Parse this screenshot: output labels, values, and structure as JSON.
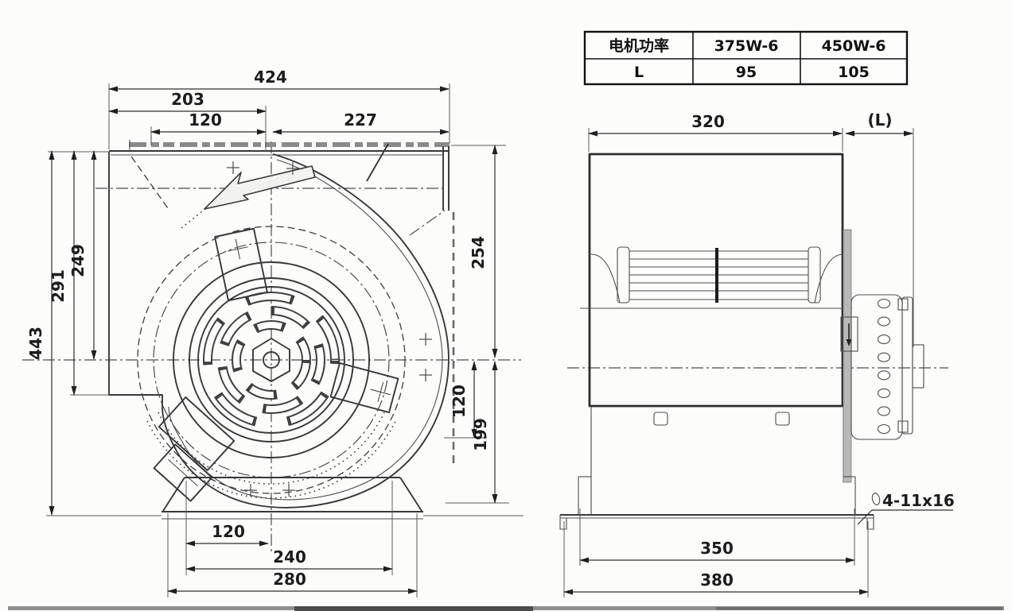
{
  "front_view": {
    "dim_424": "424",
    "dim_203": "203",
    "dim_120_top": "120",
    "dim_227": "227",
    "dim_443": "443",
    "dim_291": "291",
    "dim_249": "249",
    "dim_254": "254",
    "dim_120_right": "120",
    "dim_199": "199",
    "dim_120_base": "120",
    "dim_240": "240",
    "dim_280": "280"
  },
  "side_view": {
    "dim_320": "320",
    "dim_L": "(L)",
    "dim_350": "350",
    "dim_380": "380",
    "hole_note": "4-11x16"
  },
  "spec_table": {
    "headers": [
      "电机功率",
      "375W-6",
      "450W-6"
    ],
    "row": [
      "L",
      "95",
      "105"
    ]
  }
}
